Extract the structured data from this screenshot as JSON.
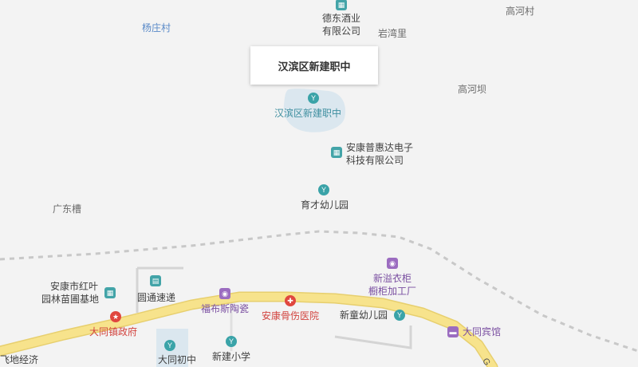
{
  "popup": {
    "title": "汉滨区新建职中"
  },
  "places": {
    "yangzhuang": "杨庄村",
    "gaohe_village": "高河村",
    "yanwan": "岩湾里",
    "gaohe_ba": "高河坝",
    "guangdongcao": "广东槽"
  },
  "pois": {
    "dedong_l1": "德东酒业",
    "dedong_l2": "有限公司",
    "hanbin_school": "汉滨区新建职中",
    "ankang_puhuida_l1": "安康普惠达电子",
    "ankang_puhuida_l2": "科技有限公司",
    "yucai_kindergarten": "育才幼儿园",
    "xinyi_l1": "新溢衣柜",
    "xinyi_l2": "橱柜加工厂",
    "hongye_l1": "安康市红叶",
    "hongye_l2": "园林苗圃基地",
    "yuantong": "圆通速递",
    "fubusi": "福布斯陶瓷",
    "ankang_bone_hospital": "安康骨伤医院",
    "xintong_kindergarten": "新童幼儿园",
    "datong_gov": "大同镇政府",
    "datong_hotel": "大同宾馆",
    "xinjian_primary": "新建小学",
    "datong_junior": "大同初中",
    "feidi": "飞地经济"
  },
  "colors": {
    "road": "#f6e08a",
    "road_edge": "#e5cc66",
    "rail": "#c8c8c8",
    "campus": "#d9e6ee",
    "teal": "#3aa3a8",
    "purple": "#9b6cc0",
    "red": "#e0473f"
  }
}
